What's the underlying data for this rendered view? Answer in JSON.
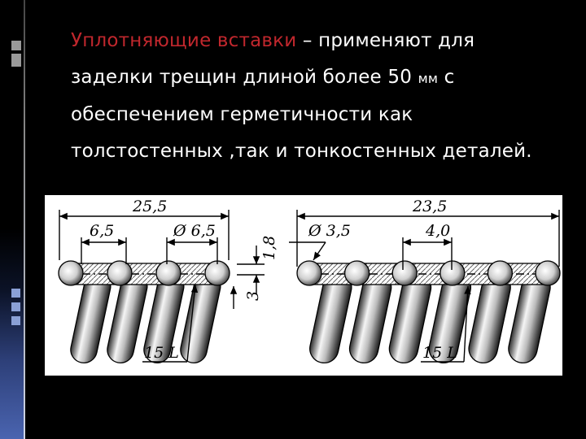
{
  "slide": {
    "title_term": "Уплотняющие вставки",
    "text_part1": " – применяют для заделки трещин длиной более 50 ",
    "unit": "мм",
    "text_part2": " с обеспечением герметичности как толстостенных ,так и тонкостенных деталей."
  },
  "figure": {
    "left": {
      "total_length": "25,5",
      "pitch": "6,5",
      "diameter": "Ø 6,5",
      "gap": "1,8",
      "height": "3",
      "leader": "15 L"
    },
    "right": {
      "total_length": "23,5",
      "diameter": "Ø 3,5",
      "pitch": "4,0",
      "leader": "15 L"
    }
  },
  "colors": {
    "background": "#000000",
    "text": "#ffffff",
    "accent": "#c0272d",
    "sidebar_gradient_end": "#4a64b0"
  }
}
